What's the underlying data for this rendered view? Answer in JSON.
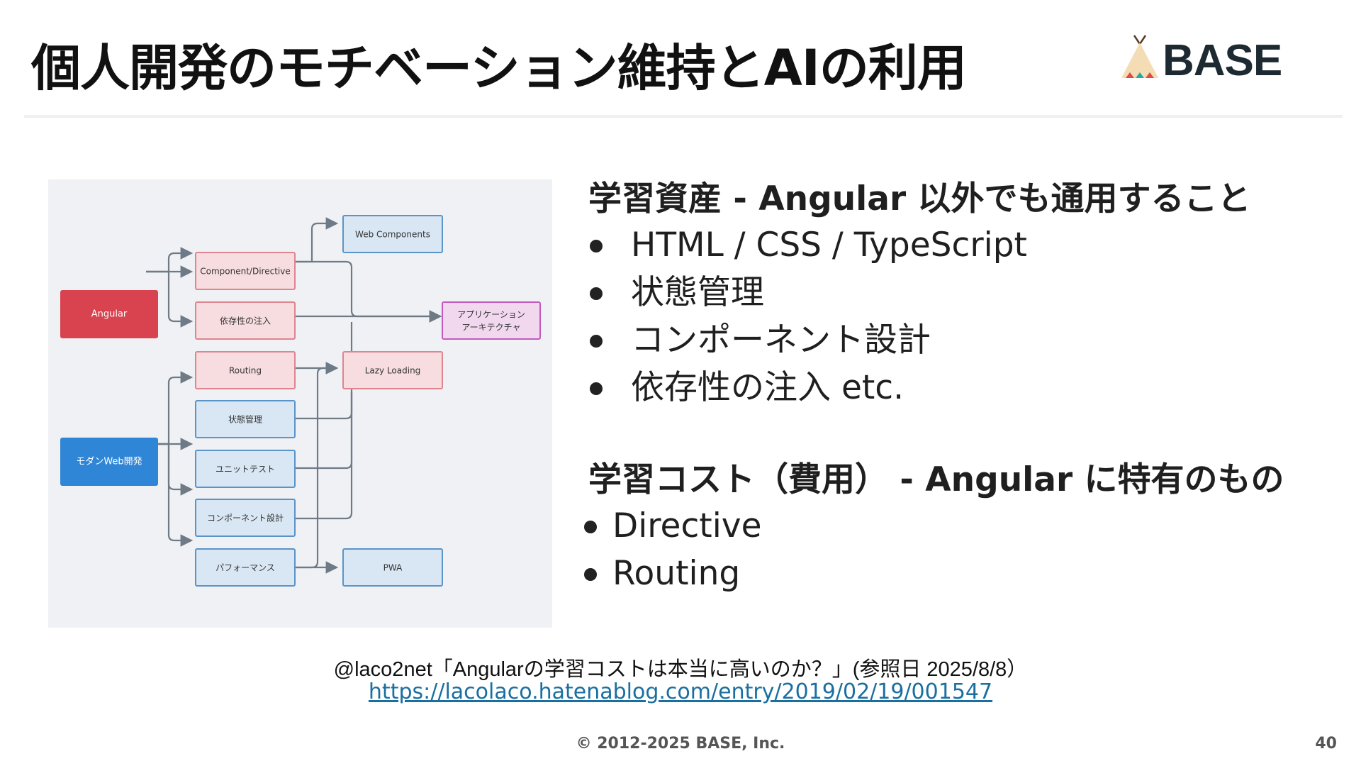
{
  "slide": {
    "title": "個人開発のモチベーション維持とAIの利用",
    "logo_text": "BASE",
    "page_number": "40",
    "footer": "© 2012-2025 BASE, Inc."
  },
  "diagram": {
    "sources": [
      "Angular",
      "モダンWeb開発"
    ],
    "angular_nodes": [
      "Component/Directive",
      "依存性の注入",
      "Routing"
    ],
    "web_nodes": [
      "状態管理",
      "ユニットテスト",
      "コンポーネント設計",
      "パフォーマンス"
    ],
    "targets": [
      "Web Components",
      "Lazy Loading",
      "PWA"
    ],
    "app_arch": [
      "アプリケーション",
      "アーキテクチャ"
    ],
    "colors": {
      "angular": "#d9434f",
      "web": "#2f86d6",
      "pink_fill": "#f7dde0",
      "pink_border": "#de8590",
      "blue_fill": "#d9e7f5",
      "blue_border": "#5b94c8",
      "purple_fill": "#f1d8ef",
      "purple_border": "#c35bbf",
      "line": "#6e7a85"
    }
  },
  "assets": {
    "heading": "学習資産 - Angular 以外でも通用すること",
    "items": [
      "HTML / CSS / TypeScript",
      "状態管理",
      "コンポーネント設計",
      "依存性の注入 etc."
    ]
  },
  "costs": {
    "heading": "学習コスト（費用） - Angular に特有のもの",
    "items": [
      "Directive",
      "Routing"
    ]
  },
  "citation": {
    "text": "@laco2net「Angularの学習コストは本当に高いのか？」(参照日 2025/8/8）",
    "url": "https://lacolaco.hatenablog.com/entry/2019/02/19/001547"
  }
}
